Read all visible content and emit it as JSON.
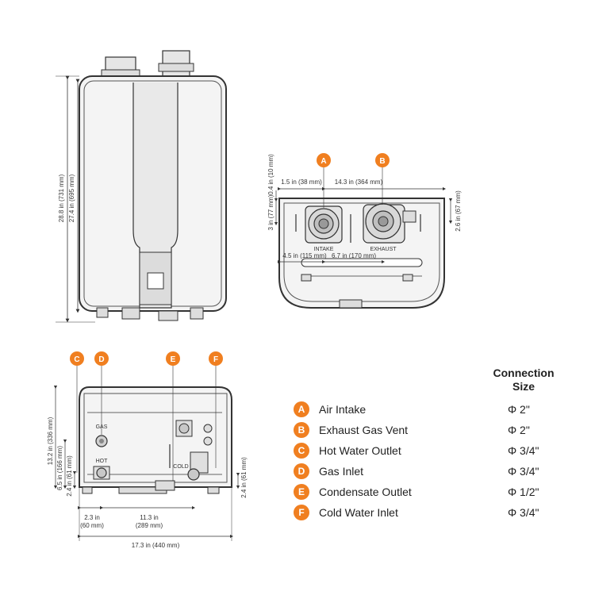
{
  "front_view": {
    "dims": {
      "total_height": "28.8 in (731 mm)",
      "body_height": "27.4 in (695 mm)"
    }
  },
  "top_view": {
    "dims": {
      "offset_a": "1.5 in (38 mm)",
      "spacing": "14.3 in (364 mm)",
      "depth_a": "0.4 in (10 mm)",
      "depth_intake": "3 in (77 mm)",
      "depth_exhaust": "2.6 in (67 mm)",
      "offset_c": "4.5 in (115 mm)",
      "centers": "6.7 in (170 mm)"
    },
    "labels": {
      "intake": "INTAKE",
      "exhaust": "EXHAUST"
    },
    "badges": [
      "A",
      "B"
    ]
  },
  "bottom_view": {
    "dims": {
      "height_total": "13.2 in (336 mm)",
      "height_gas": "6.5 in (166 mm)",
      "height_hot": "2.4 in (61 mm)",
      "height_cold": "2.4 in (61 mm)",
      "offset_left_line1": "2.3 in",
      "offset_left_line2": "(60 mm)",
      "center_line1": "11.3 in",
      "center_line2": "(289 mm)",
      "width": "17.3 in (440 mm)"
    },
    "labels": {
      "gas": "GAS",
      "hot": "HOT",
      "cold": "COLD"
    },
    "badges": [
      "C",
      "D",
      "E",
      "F"
    ]
  },
  "legend": {
    "header_line1": "Connection",
    "header_line2": "Size",
    "rows": [
      {
        "badge": "A",
        "name": "Air Intake",
        "size": "Φ 2\""
      },
      {
        "badge": "B",
        "name": "Exhaust Gas Vent",
        "size": "Φ 2\""
      },
      {
        "badge": "C",
        "name": "Hot Water Outlet",
        "size": "Φ 3/4\""
      },
      {
        "badge": "D",
        "name": "Gas Inlet",
        "size": "Φ 3/4\""
      },
      {
        "badge": "E",
        "name": "Condensate Outlet",
        "size": "Φ 1/2\""
      },
      {
        "badge": "F",
        "name": "Cold Water Inlet",
        "size": "Φ 3/4\""
      }
    ]
  },
  "colors": {
    "badge": "#f07f20",
    "outline": "#333333",
    "body_fill": "#f4f4f4"
  }
}
